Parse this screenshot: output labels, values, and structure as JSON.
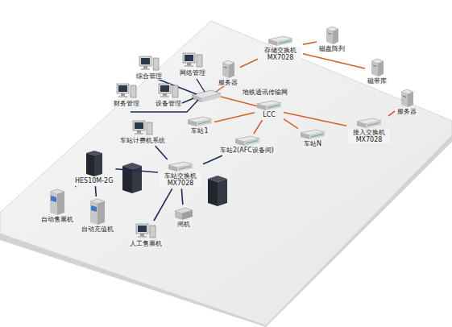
{
  "diagram": {
    "nodes": [
      {
        "text": [
          "综合管理"
        ]
      },
      {
        "text": [
          "网络管理"
        ]
      },
      {
        "text": [
          "财务管理"
        ]
      },
      {
        "text": [
          "设备管理"
        ]
      },
      {
        "text": [
          "服务器"
        ]
      },
      {
        "text": [
          "存储交换机 MX7028"
        ]
      },
      {
        "text": [
          "磁盘阵列"
        ]
      },
      {
        "text": [
          "磁带库"
        ]
      },
      {
        "text": [
          "服务器"
        ]
      },
      {
        "text": [
          "车站1"
        ]
      },
      {
        "text": [
          "LCC"
        ]
      },
      {
        "text": [
          "车站2(AFC设备间)"
        ]
      },
      {
        "text": [
          "车站N"
        ]
      },
      {
        "text": [
          "接入交换机 MX7028"
        ]
      },
      {
        "text": [
          "车站计费机系统"
        ]
      },
      {
        "text": [
          "HES10M-2G"
        ]
      },
      {
        "text": [
          "车站交换机 MX7028"
        ]
      },
      {
        "text": [
          "自动售票机"
        ]
      },
      {
        "text": [
          "自动充值机"
        ]
      },
      {
        "text": [
          "人工售票机"
        ]
      },
      {
        "text": [
          "闸机"
        ]
      }
    ],
    "edges": [
      {
        "from": 4,
        "to": 5,
        "arrow": "none"
      },
      {
        "from": 5,
        "to": 6,
        "arrow": "none"
      },
      {
        "from": 5,
        "to": 7,
        "arrow": "none"
      },
      {
        "from": 8,
        "to": 13,
        "arrow": "none"
      },
      {
        "from": 10,
        "to": 9,
        "arrow": "none"
      },
      {
        "from": 10,
        "to": 11,
        "arrow": "none"
      },
      {
        "from": 10,
        "to": 12,
        "arrow": "none"
      },
      {
        "from": 10,
        "to": 13,
        "arrow": "none"
      },
      {
        "from": 11,
        "to": 16,
        "arrow": "none"
      },
      {
        "from": 16,
        "to": 14,
        "arrow": "none"
      },
      {
        "from": 16,
        "to": 15,
        "arrow": "none"
      },
      {
        "from": 15,
        "to": 17,
        "arrow": "none"
      },
      {
        "from": 15,
        "to": 18,
        "arrow": "none"
      },
      {
        "from": 16,
        "to": 19,
        "arrow": "none"
      },
      {
        "from": 16,
        "to": 20,
        "arrow": "none"
      }
    ],
    "labels": [
      "地铁通讯传输网"
    ]
  }
}
